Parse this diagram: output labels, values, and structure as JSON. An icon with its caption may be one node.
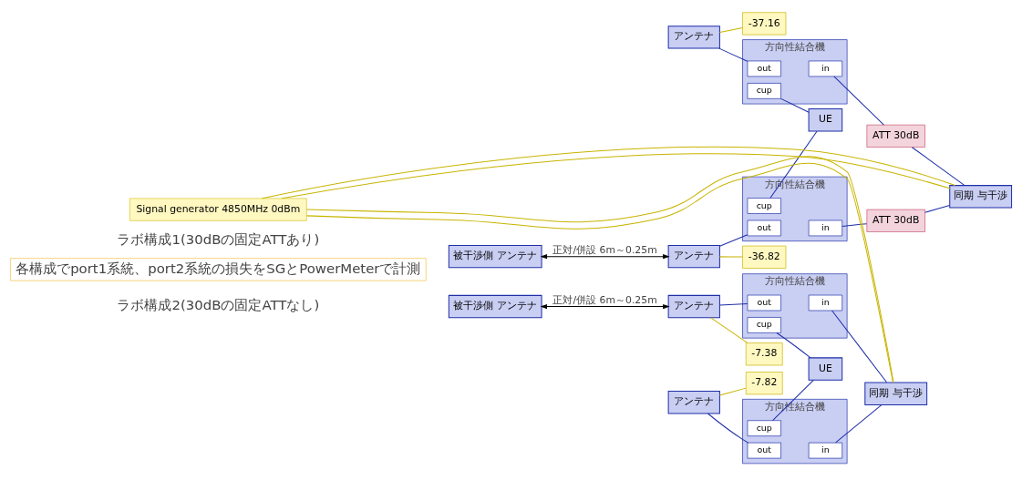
{
  "diagram": {
    "nodes": [
      {
        "text": [
          "被干渉側 アンテナ"
        ]
      },
      {
        "text": [
          "アンテナ"
        ]
      },
      {
        "text": [
          "アンテナ"
        ]
      },
      {
        "text": [
          "-36.82"
        ]
      },
      {
        "text": [
          "-37.16"
        ]
      },
      {
        "text": [
          "方向性結合機"
        ]
      },
      {
        "text": [
          "out"
        ],
        "in": 5
      },
      {
        "text": [
          "in"
        ],
        "in": 5
      },
      {
        "text": [
          "cup"
        ],
        "in": 5
      },
      {
        "text": [
          "方向性結合機"
        ]
      },
      {
        "text": [
          "out"
        ],
        "in": 9
      },
      {
        "text": [
          "in"
        ],
        "in": 9
      },
      {
        "text": [
          "cup"
        ],
        "in": 9
      },
      {
        "text": [
          "UE"
        ]
      },
      {
        "text": [
          "ATT 30dB"
        ]
      },
      {
        "text": [
          "ATT 30dB"
        ]
      },
      {
        "text": [
          "同期 与干渉"
        ]
      },
      {
        "text": [
          "Signal generator 4850MHz 0dBm"
        ]
      },
      {
        "text": [
          "各構成でport1系統、port2系統の損失をSGとPowerMeterで計測"
        ]
      },
      {
        "text": [
          "被干渉側 アンテナ"
        ]
      },
      {
        "text": [
          "アンテナ"
        ]
      },
      {
        "text": [
          "アンテナ"
        ]
      },
      {
        "text": [
          "-7.38"
        ]
      },
      {
        "text": [
          "-7.82"
        ]
      },
      {
        "text": [
          "方向性結合機"
        ]
      },
      {
        "text": [
          "out"
        ],
        "in": 24
      },
      {
        "text": [
          "in"
        ],
        "in": 24
      },
      {
        "text": [
          "cup"
        ],
        "in": 24
      },
      {
        "text": [
          "方向性結合機"
        ]
      },
      {
        "text": [
          "out"
        ],
        "in": 28
      },
      {
        "text": [
          "in"
        ],
        "in": 28
      },
      {
        "text": [
          "cup"
        ],
        "in": 28
      },
      {
        "text": [
          "UE"
        ]
      },
      {
        "text": [
          "同期 与干渉"
        ]
      }
    ],
    "edges": [
      {
        "from": 0,
        "to": 1,
        "arrow": "both",
        "label": "正対/併設 6m～0.25m",
        "color": "#000000"
      },
      {
        "from": 1,
        "to": 3,
        "arrow": "none",
        "color": "#c8b400"
      },
      {
        "from": 2,
        "to": 4,
        "arrow": "none",
        "color": "#c8b400"
      },
      {
        "from": 1,
        "to": 6,
        "arrow": "none"
      },
      {
        "from": 2,
        "to": 10,
        "arrow": "none"
      },
      {
        "from": 8,
        "to": 13,
        "arrow": "none"
      },
      {
        "from": 12,
        "to": 13,
        "arrow": "none"
      },
      {
        "from": 7,
        "to": 14,
        "arrow": "none"
      },
      {
        "from": 11,
        "to": 15,
        "arrow": "none"
      },
      {
        "from": 14,
        "to": 16,
        "arrow": "none"
      },
      {
        "from": 15,
        "to": 16,
        "arrow": "none"
      },
      {
        "from": 17,
        "to": 16,
        "arrow": "none",
        "color": "#c8b400"
      },
      {
        "from": 17,
        "to": 16,
        "arrow": "none",
        "color": "#c8b400"
      },
      {
        "from": 19,
        "to": 20,
        "arrow": "both",
        "label": "正対/併設 6m～0.25m",
        "color": "#000000"
      },
      {
        "from": 20,
        "to": 22,
        "arrow": "none",
        "color": "#c8b400"
      },
      {
        "from": 21,
        "to": 23,
        "arrow": "none",
        "color": "#c8b400"
      },
      {
        "from": 20,
        "to": 25,
        "arrow": "none"
      },
      {
        "from": 21,
        "to": 29,
        "arrow": "none"
      },
      {
        "from": 27,
        "to": 32,
        "arrow": "none"
      },
      {
        "from": 31,
        "to": 32,
        "arrow": "none"
      },
      {
        "from": 26,
        "to": 33,
        "arrow": "none"
      },
      {
        "from": 30,
        "to": 33,
        "arrow": "none"
      },
      {
        "from": 17,
        "to": 33,
        "arrow": "none",
        "color": "#c8b400"
      },
      {
        "from": 17,
        "to": 33,
        "arrow": "none",
        "color": "#c8b400"
      }
    ],
    "labels": [
      "ラボ構成1(30dBの固定ATTあり)",
      "ラボ構成2(30dBの固定ATTなし)"
    ]
  }
}
